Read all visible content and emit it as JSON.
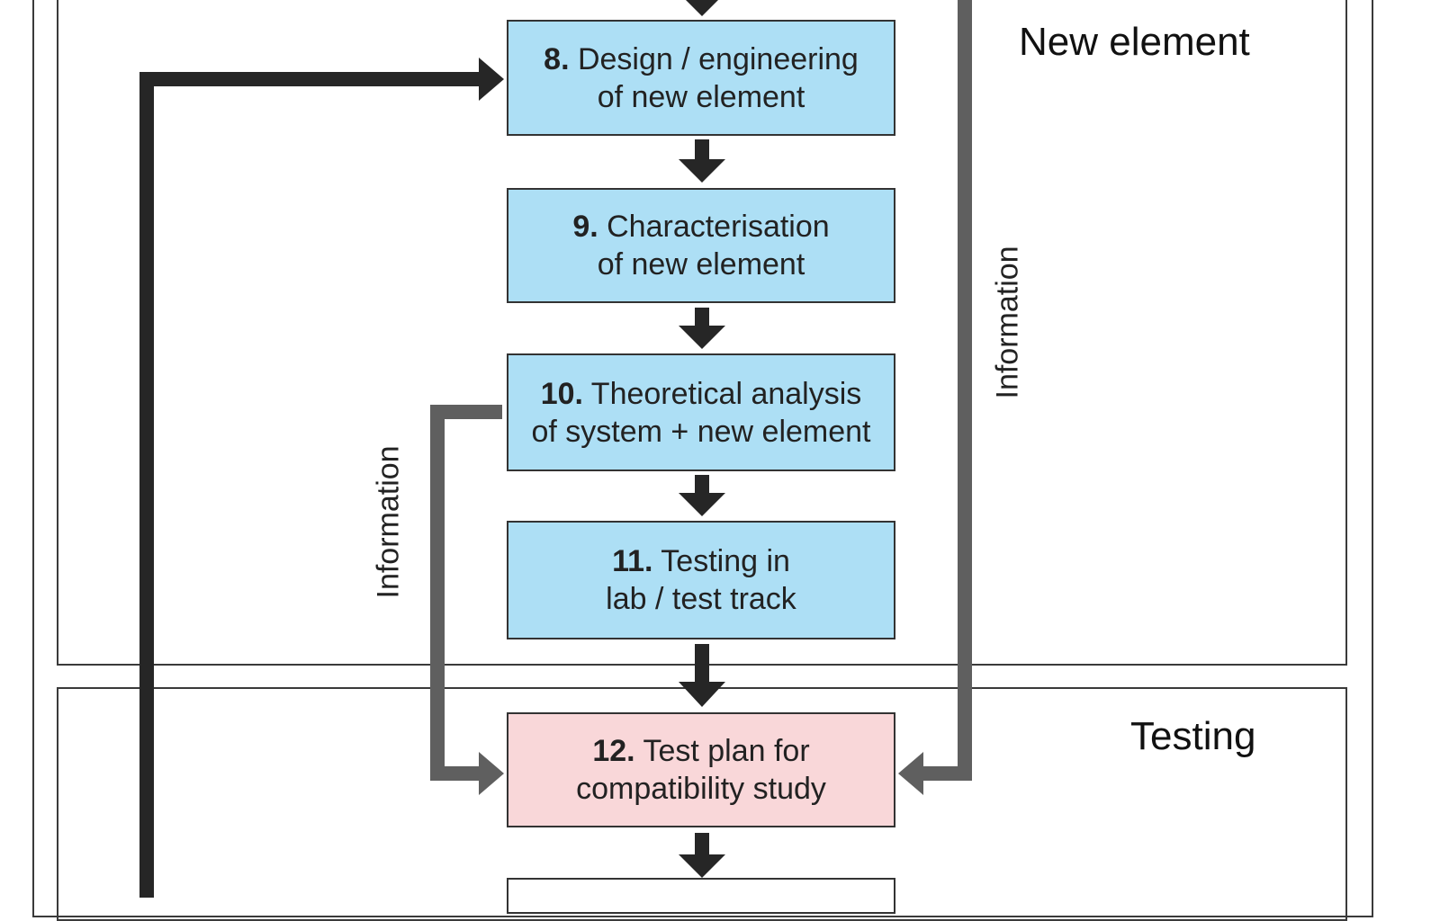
{
  "sections": {
    "new_element": {
      "label": "New element"
    },
    "testing": {
      "label": "Testing"
    }
  },
  "boxes": [
    {
      "num": "8.",
      "line1": " Design / engineering",
      "line2": "of new element"
    },
    {
      "num": "9.",
      "line1": " Characterisation",
      "line2": "of new element"
    },
    {
      "num": "10.",
      "line1": " Theoretical analysis",
      "line2": "of system + new element"
    },
    {
      "num": "11.",
      "line1": " Testing in",
      "line2": "lab / test track"
    },
    {
      "num": "12.",
      "line1": " Test plan for",
      "line2": "compatibility study"
    }
  ],
  "connectors": {
    "left_information": "Information",
    "right_information": "Information"
  },
  "colors": {
    "box_blue": "#addff5",
    "box_pink": "#f9d7d9",
    "arrow_dark": "#262626",
    "arrow_gray": "#5f5f5f"
  }
}
